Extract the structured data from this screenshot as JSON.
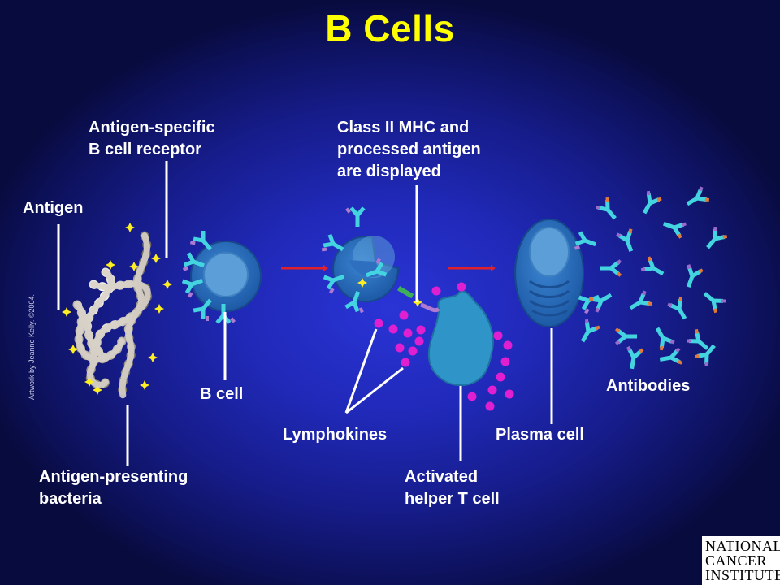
{
  "title": "B Cells",
  "labels": {
    "antigen": "Antigen",
    "receptor_line1": "Antigen-specific",
    "receptor_line2": "B cell receptor",
    "mhc_line1": "Class II MHC and",
    "mhc_line2": "processed antigen",
    "mhc_line3": "are displayed",
    "b_cell": "B cell",
    "lymphokines": "Lymphokines",
    "plasma_cell": "Plasma cell",
    "antibodies": "Antibodies",
    "bacteria_line1": "Antigen-presenting",
    "bacteria_line2": "bacteria",
    "helper_line1": "Activated",
    "helper_line2": "helper T cell"
  },
  "credit": "Artwork by Jeanne Kelly. ©2004.",
  "logo": {
    "line1": "NATIONAL",
    "line2": "CANCER",
    "line3": "INSTITUTE"
  },
  "colors": {
    "title": "#ffff00",
    "cell_blue": "#2f6fc0",
    "cell_nucleus": "#5b9ed8",
    "receptor": "#44d4e0",
    "antigen": "#ffee22",
    "lymphokine": "#e01fd0",
    "arrow": "#e0202a",
    "bacteria": "#c8c2b8"
  }
}
